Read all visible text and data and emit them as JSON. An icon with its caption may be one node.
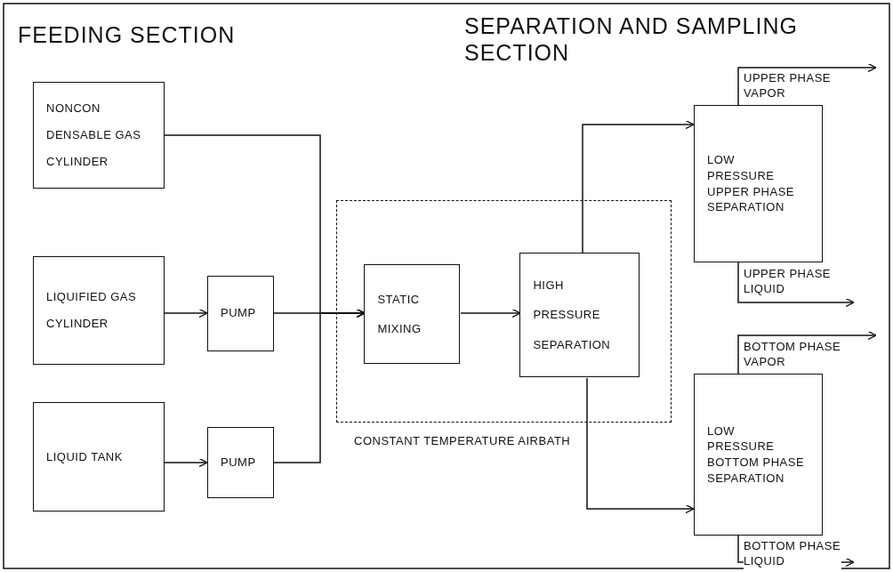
{
  "diagram": {
    "nodes": [
      {
        "text": [
          "NONCON DENSABLE GAS CYLINDER"
        ]
      },
      {
        "text": [
          "LIQUIFIED GAS CYLINDER"
        ]
      },
      {
        "text": [
          "PUMP"
        ]
      },
      {
        "text": [
          "LIQUID TANK"
        ]
      },
      {
        "text": [
          "PUMP"
        ]
      },
      {
        "text": [],
        "shape": "box",
        "beside": [
          "CONSTANT TEMPERATURE AIRBATH"
        ]
      },
      {
        "text": [
          "STATIC MIXING"
        ],
        "in": 5
      },
      {
        "text": [
          "HIGH PRESSURE SEPARATION"
        ],
        "in": 5
      },
      {
        "text": [
          "LOW PRESSURE UPPER PHASE SEPARATION"
        ]
      },
      {
        "text": [
          "LOW PRESSURE BOTTOM PHASE SEPARATION"
        ]
      }
    ],
    "edges": [
      {
        "from": 1,
        "to": 2,
        "arrow": "to"
      },
      {
        "from": 3,
        "to": 4,
        "arrow": "to"
      },
      {
        "from": 0,
        "to": 6,
        "arrow": "to"
      },
      {
        "from": 2,
        "to": 6,
        "arrow": "to"
      },
      {
        "from": 4,
        "to": 6,
        "arrow": "to"
      },
      {
        "from": 6,
        "to": 7,
        "arrow": "to"
      },
      {
        "from": 7,
        "to": 8,
        "arrow": "to"
      },
      {
        "from": 7,
        "to": 9,
        "arrow": "to"
      },
      {
        "from": 8,
        "to": null,
        "arrow": "to",
        "label": "UPPER PHASE VAPOR"
      },
      {
        "from": 8,
        "to": null,
        "arrow": "to",
        "label": "UPPER PHASE LIQUID"
      },
      {
        "from": 9,
        "to": null,
        "arrow": "to",
        "label": "BOTTOM PHASE VAPOR"
      },
      {
        "from": 9,
        "to": null,
        "arrow": "to",
        "label": "BOTTOM PHASE LIQUID"
      }
    ],
    "labels": [
      "FEEDING SECTION",
      "SEPARATION AND SAMPLING SECTION"
    ]
  }
}
